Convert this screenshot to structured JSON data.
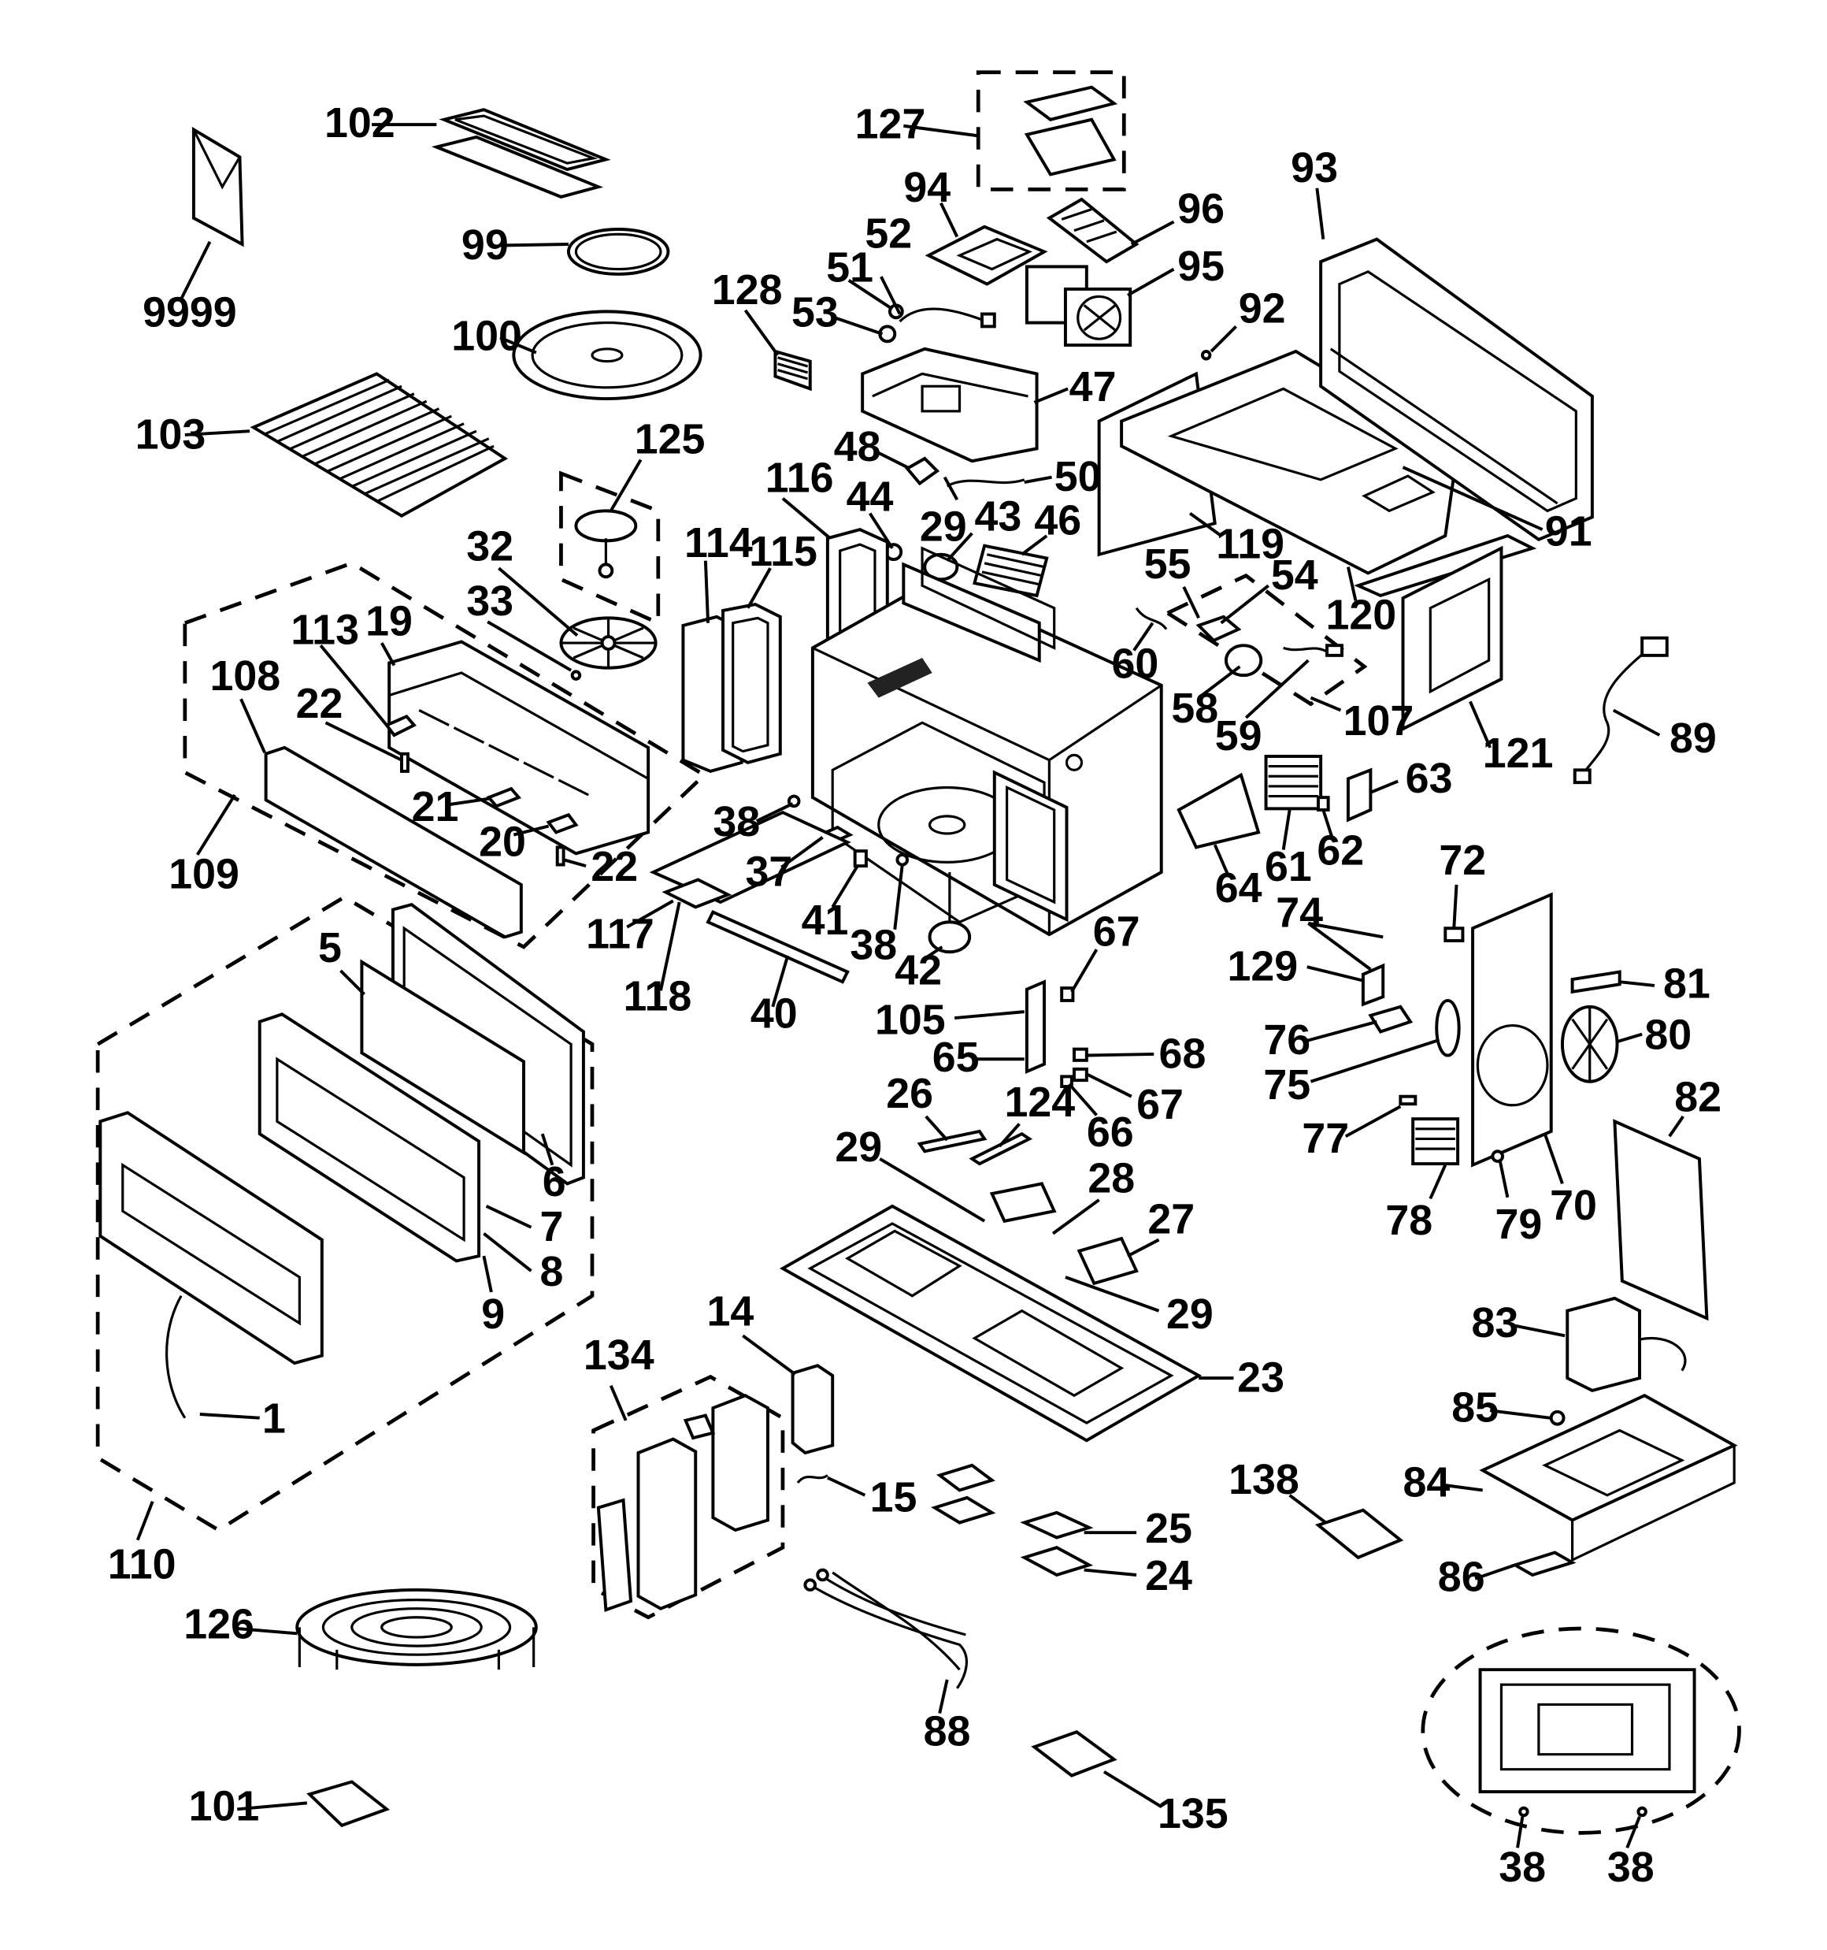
{
  "labels": {
    "l9999": "9999",
    "l102": "102",
    "l99": "99",
    "l100": "100",
    "l103": "103",
    "l127": "127",
    "l94": "94",
    "l96": "96",
    "l95": "95",
    "l52": "52",
    "l51": "51",
    "l53": "53",
    "l128": "128",
    "l47": "47",
    "l93": "93",
    "l92": "92",
    "l91": "91",
    "l119": "119",
    "l120": "120",
    "l121": "121",
    "l125": "125",
    "l48": "48",
    "l50": "50",
    "l29a": "29",
    "l44": "44",
    "l43": "43",
    "l46": "46",
    "l116": "116",
    "l114": "114",
    "l115": "115",
    "l32": "32",
    "l33": "33",
    "l113": "113",
    "l19": "19",
    "l108": "108",
    "l22a": "22",
    "l21": "21",
    "l20": "20",
    "l22b": "22",
    "l109": "109",
    "l55": "55",
    "l54": "54",
    "l60": "60",
    "l58": "58",
    "l59": "59",
    "l107": "107",
    "l89": "89",
    "l63": "63",
    "l61": "61",
    "l62": "62",
    "l64": "64",
    "l38a": "38",
    "l37": "37",
    "l41": "41",
    "l38b": "38",
    "l42": "42",
    "l117": "117",
    "l118": "118",
    "l40": "40",
    "l72": "72",
    "l74": "74",
    "l129": "129",
    "l81": "81",
    "l76": "76",
    "l80": "80",
    "l75": "75",
    "l82": "82",
    "l77": "77",
    "l78": "78",
    "l79": "79",
    "l70": "70",
    "l67a": "67",
    "l105": "105",
    "l65": "65",
    "l68": "68",
    "l67b": "67",
    "l66": "66",
    "l5": "5",
    "l6": "6",
    "l7": "7",
    "l8": "8",
    "l9": "9",
    "l1": "1",
    "l110": "110",
    "l26": "26",
    "l124": "124",
    "l29b": "29",
    "l28": "28",
    "l27": "27",
    "l29c": "29",
    "l23": "23",
    "l83": "83",
    "l85": "85",
    "l84": "84",
    "l86": "86",
    "l138": "138",
    "l14": "14",
    "l134": "134",
    "l15": "15",
    "l25": "25",
    "l24": "24",
    "l126": "126",
    "l88": "88",
    "l101": "101",
    "l135": "135",
    "l38c": "38",
    "l38d": "38"
  },
  "colors": {
    "ink": "#000000",
    "paper": "#ffffff"
  }
}
